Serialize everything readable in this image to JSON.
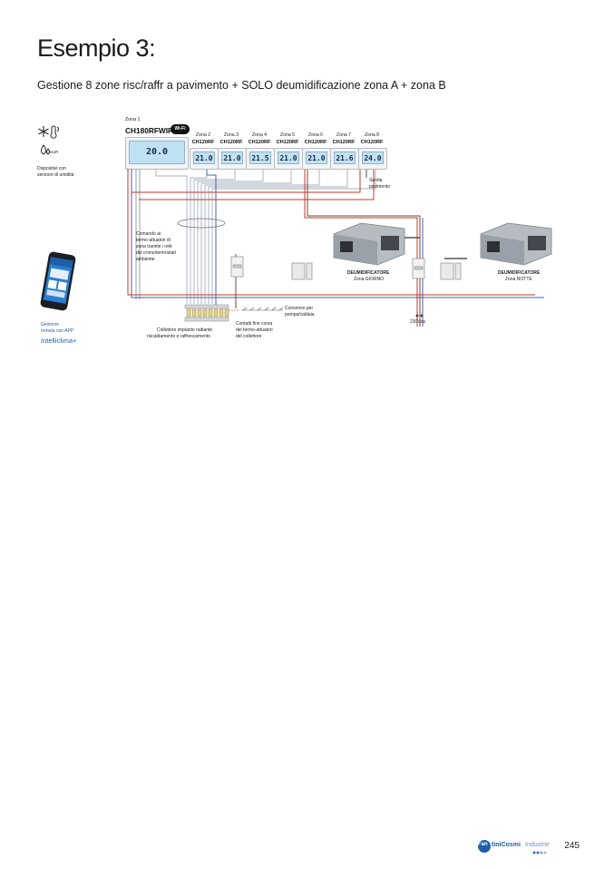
{
  "page": {
    "title": "Esempio 3:",
    "subtitle": "Gestione 8 zone risc/raffr a pavimento + SOLO deumidificazione zona A + zona B",
    "page_number": "245"
  },
  "legend": {
    "humidity_icon_label": "%UR",
    "sensor_caption_line1": "Dispositivi con",
    "sensor_caption_line2": "sensore di umidità",
    "app_caption_line1": "Gestione",
    "app_caption_line2": "remota con APP",
    "app_name": "Intelliclima+"
  },
  "main_zone": {
    "label": "Zona 1",
    "model": "CH180RFWIFI",
    "wifi_badge": "Wi-Fi",
    "display": "20.0"
  },
  "zones": [
    {
      "label": "Zona 2",
      "model": "CH120RF",
      "display": "21.0"
    },
    {
      "label": "Zona 3",
      "model": "CH120RF",
      "display": "21.0"
    },
    {
      "label": "Zona 4",
      "model": "CH120RF",
      "display": "21.5"
    },
    {
      "label": "Zona 5",
      "model": "CH120RF",
      "display": "21.0"
    },
    {
      "label": "Zona 6",
      "model": "CH120RF",
      "display": "21.0"
    },
    {
      "label": "Zona 7",
      "model": "CH120RF",
      "display": "21.6"
    },
    {
      "label": "Zona 8",
      "model": "CH120RF",
      "display": "24.0"
    }
  ],
  "annotations": {
    "sonda_line1": "Sonda",
    "sonda_line2": "pavimento",
    "comando": [
      "Comando ai",
      "termo-attuatori di",
      "zona tramite i relè",
      "dei crono/termostati",
      "ambiente"
    ],
    "dehum_giorno_line1": "DEUMIDIFICATORE",
    "dehum_giorno_line2": "Zona GIORNO",
    "dehum_notte_line1": "DEUMIDIFICATORE",
    "dehum_notte_line2": "Zona NOTTE",
    "consenso_line1": "Consenso per",
    "consenso_line2": "pompa/caldaia",
    "contatti": [
      "Contatti fine corsa",
      "dei termo-attuatori",
      "del collettore"
    ],
    "collettore_line1": "Collettore impianto radiante",
    "collettore_line2": "riscaldamento e raffrescamento",
    "power": "230Vca"
  },
  "brand": {
    "name_part1": "Fan",
    "name_part2": "tiniCosmi",
    "name_part3": "Industrie"
  },
  "colors": {
    "wire_blue": "#4a5fb0",
    "wire_red": "#c0392b",
    "wire_brown": "#7a4a2a",
    "wire_gray": "#9aa0a8",
    "brand_blue": "#1f5fa8"
  }
}
